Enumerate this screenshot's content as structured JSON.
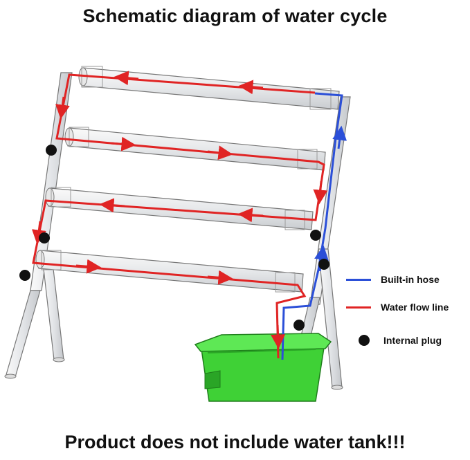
{
  "title": "Schematic diagram of water cycle",
  "footer": "Product does not include water tank!!!",
  "legend": [
    {
      "label": "Built-in hose",
      "color": "#2b4fd8",
      "kind": "line"
    },
    {
      "label": "Water flow line",
      "color": "#e02424",
      "kind": "line"
    },
    {
      "label": "Internal plug",
      "color": "#111111",
      "kind": "dot"
    }
  ],
  "colors": {
    "pipe": "#eef0f2",
    "pipe_stroke": "#777777",
    "tank": "#3fd136",
    "tank_dark": "#2aa526"
  }
}
